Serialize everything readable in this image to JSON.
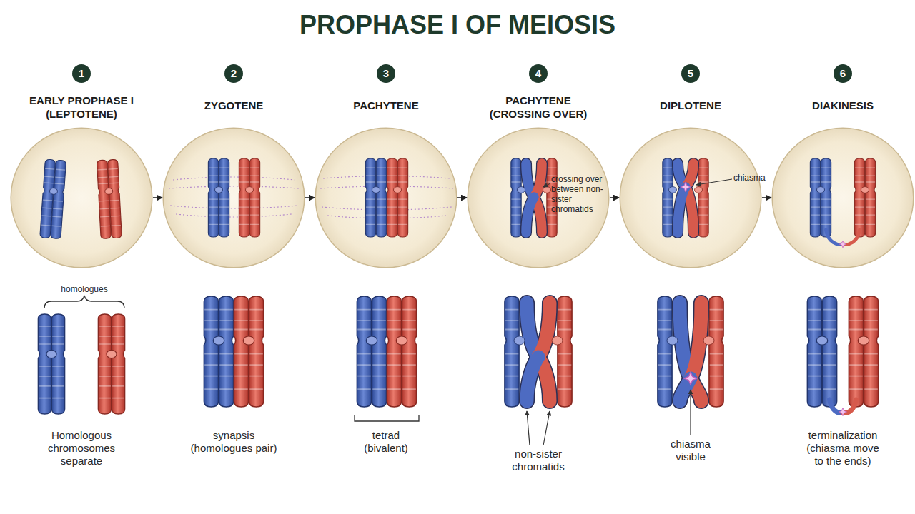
{
  "diagram": {
    "title": "PROPHASE I OF MEIOSIS",
    "nodes": [
      {
        "text": [
          "EARLY PROPHASE I (LEPTOTENE)"
        ]
      },
      {
        "text": [
          "ZYGOTENE"
        ]
      },
      {
        "text": [
          "PACHYTENE"
        ]
      },
      {
        "text": [
          "PACHYTENE (CROSSING OVER)",
          "crossing over between non-sister chromatids"
        ]
      },
      {
        "text": [
          "DIPLOTENE",
          "chiasma"
        ]
      },
      {
        "text": [
          "DIAKINESIS"
        ]
      }
    ],
    "edges": [
      {
        "from": 0,
        "to": 1,
        "arrow": "to"
      },
      {
        "from": 1,
        "to": 2,
        "arrow": "to"
      },
      {
        "from": 2,
        "to": 3,
        "arrow": "to"
      },
      {
        "from": 3,
        "to": 4,
        "arrow": "to"
      },
      {
        "from": 4,
        "to": 5,
        "arrow": "to"
      }
    ],
    "labels": [
      "1",
      "2",
      "3",
      "4",
      "5",
      "6",
      "homologues",
      "Homologous chromosomes separate",
      "synapsis (homologues pair)",
      "tetrad (bivalent)",
      "non-sister chromatids",
      "chiasma visible",
      "terminalization (chiasma move to the ends)"
    ]
  }
}
